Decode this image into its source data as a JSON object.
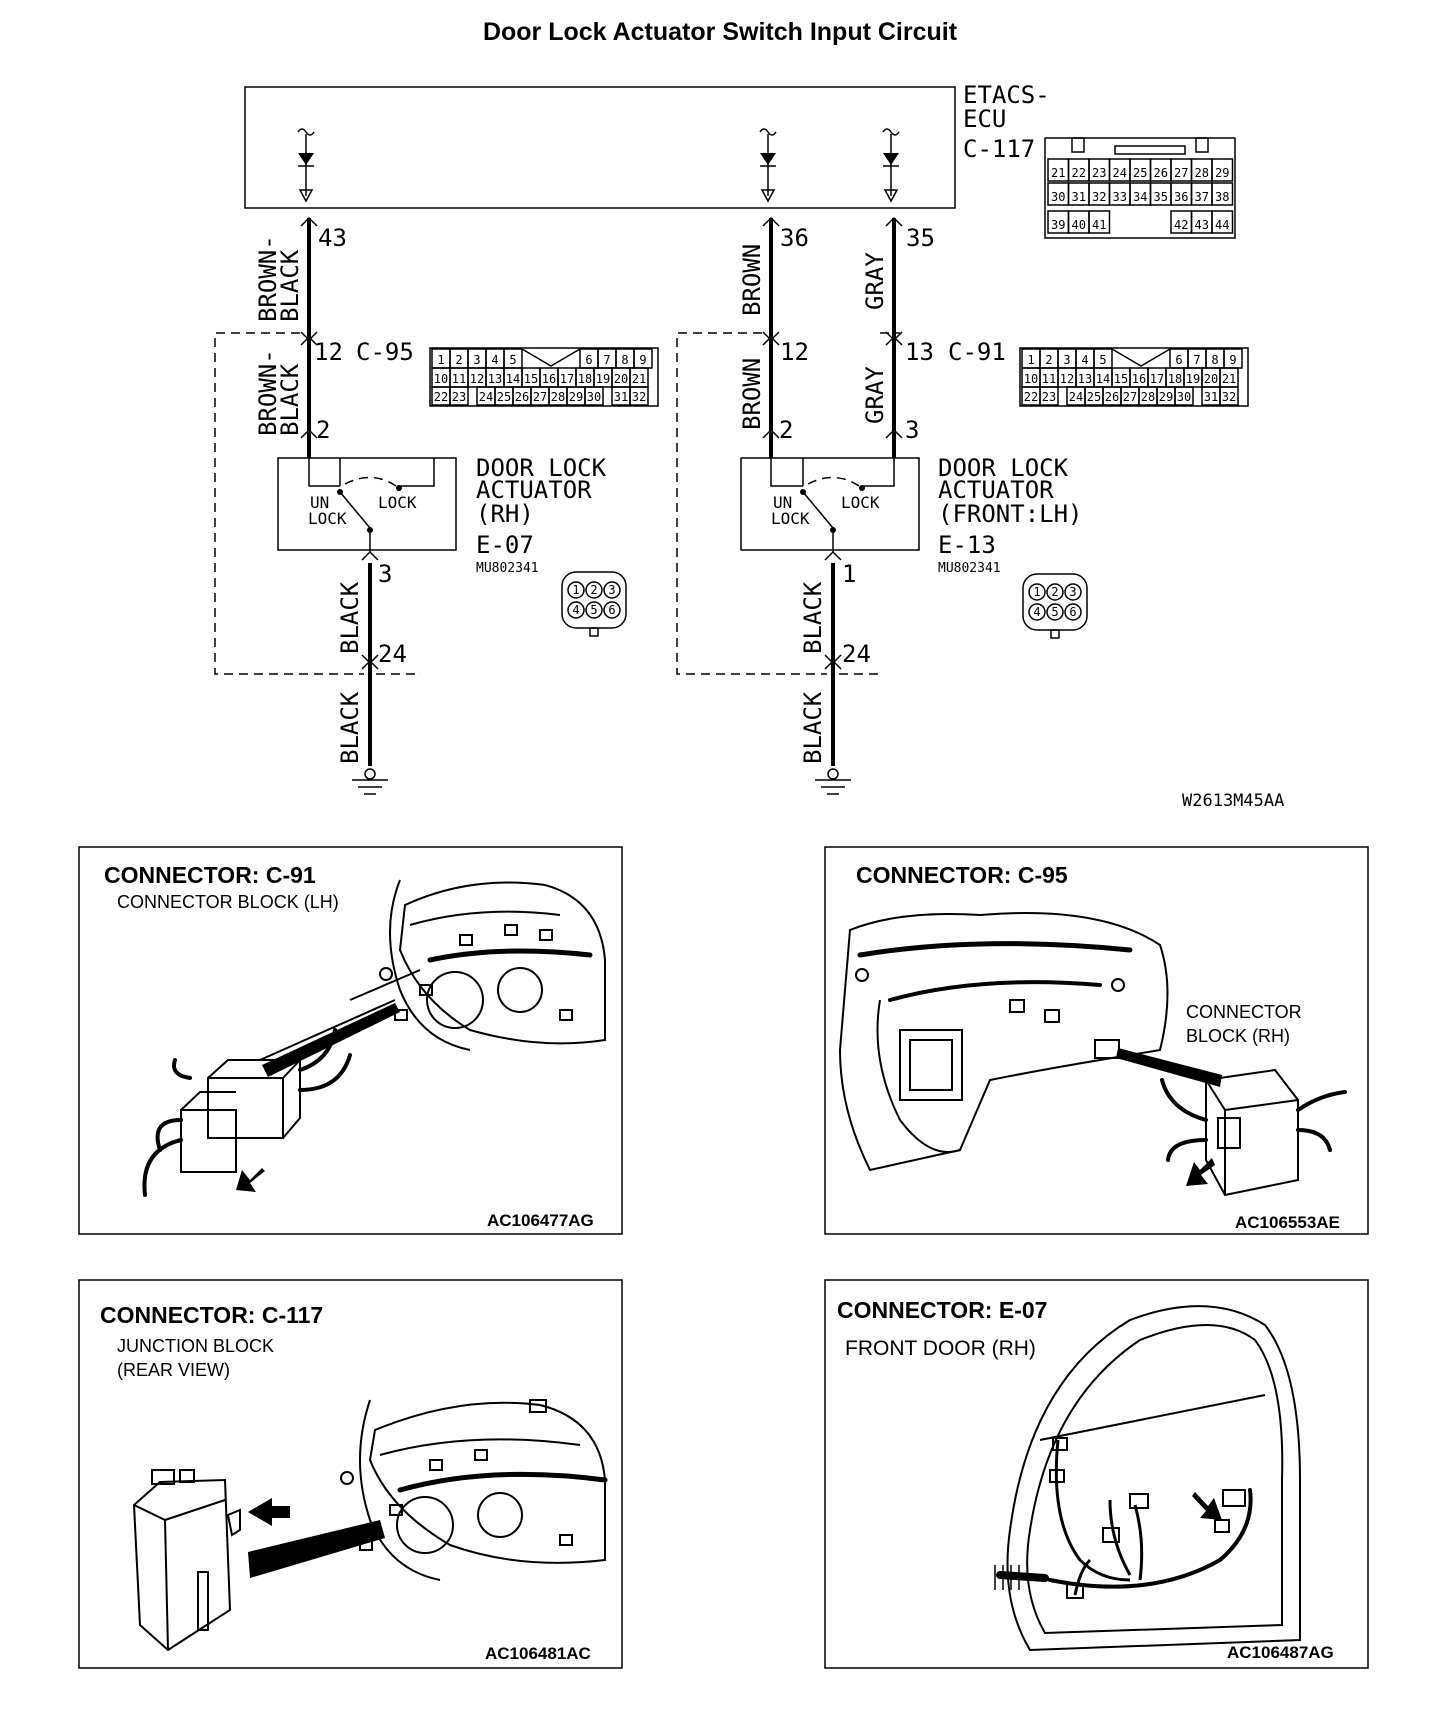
{
  "title": "Door Lock Actuator Switch Input Circuit",
  "ecu": {
    "name_line1": "ETACS-",
    "name_line2": "ECU",
    "connector": "C-117"
  },
  "wires": {
    "rh_upper": {
      "pin": "43",
      "color_line1": "BROWN-",
      "color_line2": "BLACK"
    },
    "rh_mid": {
      "pin_top": "12",
      "pin_bottom": "2",
      "color_line1": "BROWN-",
      "color_line2": "BLACK"
    },
    "rh_lower": {
      "pin_top": "3",
      "pin_bottom": "24",
      "color": "BLACK"
    },
    "rh_ground": {
      "color": "BLACK"
    },
    "lh1_upper": {
      "pin": "36",
      "color": "BROWN"
    },
    "lh1_mid": {
      "pin_top": "12",
      "pin_bottom": "2",
      "color": "BROWN"
    },
    "lh2_upper": {
      "pin": "35",
      "color": "GRAY"
    },
    "lh2_mid": {
      "pin_top": "13",
      "pin_bottom": "3",
      "color": "GRAY"
    },
    "lh_lower": {
      "pin_top": "1",
      "pin_bottom": "24",
      "color": "BLACK"
    },
    "lh_ground": {
      "color": "BLACK"
    }
  },
  "connectors": {
    "c95": "C-95",
    "c91": "C-91",
    "pins_20": [
      "1",
      "2",
      "3",
      "4",
      "5",
      "6",
      "7",
      "8",
      "9",
      "10",
      "11",
      "12",
      "13",
      "14",
      "15",
      "16",
      "17",
      "18",
      "19",
      "20",
      "21",
      "22",
      "23",
      "24",
      "25",
      "26",
      "27",
      "28",
      "29",
      "30",
      "31",
      "32"
    ],
    "ecu_pins_row1": [
      "21",
      "22",
      "23",
      "24",
      "25",
      "26",
      "27",
      "28",
      "29"
    ],
    "ecu_pins_row2": [
      "30",
      "31",
      "32",
      "33",
      "34",
      "35",
      "36",
      "37",
      "38"
    ],
    "ecu_pins_row3": [
      "39",
      "40",
      "41",
      "42",
      "43",
      "44"
    ],
    "small_pins": [
      "1",
      "2",
      "3",
      "4",
      "5",
      "6"
    ]
  },
  "actuators": {
    "rh": {
      "line1": "DOOR LOCK",
      "line2": "ACTUATOR",
      "line3": "(RH)",
      "code": "E-07",
      "part": "MU802341",
      "unlock_1": "UN",
      "unlock_2": "LOCK",
      "lock": "LOCK"
    },
    "lh": {
      "line1": "DOOR LOCK",
      "line2": "ACTUATOR",
      "line3": "(FRONT:LH)",
      "code": "E-13",
      "part": "MU802341",
      "unlock_1": "UN",
      "unlock_2": "LOCK",
      "lock": "LOCK"
    }
  },
  "diagram_code": "W2613M45AA",
  "panels": [
    {
      "title": "CONNECTOR: C-91",
      "sub1": "CONNECTOR BLOCK (LH)",
      "sub2": "",
      "code": "AC106477AG"
    },
    {
      "title": "CONNECTOR: C-95",
      "sub1": "CONNECTOR",
      "sub2": "BLOCK (RH)",
      "code": "AC106553AE"
    },
    {
      "title": "CONNECTOR: C-117",
      "sub1": "JUNCTION BLOCK",
      "sub2": "(REAR VIEW)",
      "code": "AC106481AC"
    },
    {
      "title": "CONNECTOR: E-07",
      "sub1": "FRONT DOOR (RH)",
      "sub2": "",
      "code": "AC106487AG"
    }
  ]
}
